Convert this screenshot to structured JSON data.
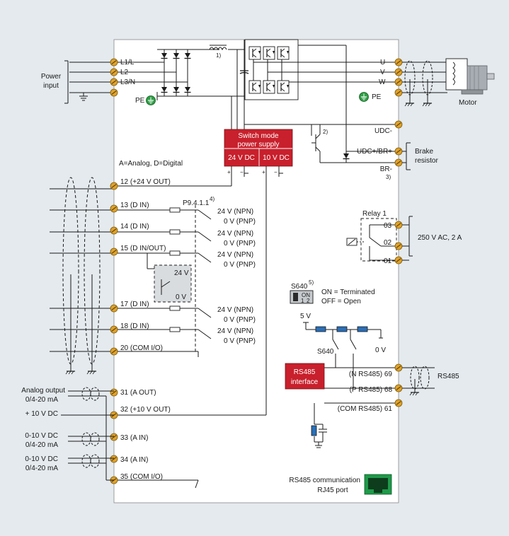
{
  "colors": {
    "background": "#e4eaee",
    "panel": "#ffffff",
    "red_block": "#c8202c",
    "terminal": "#e0a22a",
    "pe_green": "#2e9e44",
    "resistor_blue": "#2a6fb8",
    "rj45_green": "#1f9a4a",
    "motor_grey": "#a8adb3"
  },
  "power": {
    "input_label_line1": "Power",
    "input_label_line2": "input",
    "l1": "L1/L",
    "l2": "L2",
    "l3": "L3/N",
    "pe": "PE",
    "note1": "1)",
    "note2": "2)",
    "note3": "3)"
  },
  "output": {
    "u": "U",
    "v": "V",
    "w": "W",
    "pe": "PE",
    "motor": "Motor",
    "udc_minus": "UDC-",
    "udc_plus": "UDC+/BR+",
    "br_minus": "BR-",
    "brake_line1": "Brake",
    "brake_line2": "resistor"
  },
  "psu": {
    "title_line1": "Switch mode",
    "title_line2": "power supply",
    "v24": "24 V DC",
    "v10": "10 V DC"
  },
  "legend": "A=Analog, D=Digital",
  "terminals": [
    {
      "label": "12 (+24 V OUT)"
    },
    {
      "label": "13 (D IN)"
    },
    {
      "label": "14 (D IN)"
    },
    {
      "label": "15 (D IN/OUT)"
    },
    {
      "label": "17 (D IN)"
    },
    {
      "label": "18 (D IN)"
    },
    {
      "label": "20 (COM I/O)"
    },
    {
      "label": "31 (A OUT)"
    },
    {
      "label": "32 (+10 V OUT)"
    },
    {
      "label": "33 (A IN)"
    },
    {
      "label": "34 (A IN)"
    },
    {
      "label": "35 (COM I/O)"
    }
  ],
  "switches": {
    "param": "P9.4.1.1",
    "param_note": "4)",
    "npn": "24 V (NPN)",
    "pnp": "0 V (PNP)",
    "dout_24": "24 V",
    "dout_0": "0 V"
  },
  "analog": {
    "out_line1": "Analog output",
    "out_line2": "0/4-20 mA",
    "plus10": "+ 10 V DC",
    "in33_line1": "0-10 V DC",
    "in33_line2": "0/4-20 mA",
    "in34_line1": "0-10 V DC",
    "in34_line2": "0/4-20 mA"
  },
  "relay": {
    "title": "Relay 1",
    "t03": "03",
    "t02": "02",
    "t01": "01",
    "rating": "250 V AC, 2 A"
  },
  "rs485": {
    "s640_title": "S640",
    "s640_note": "5)",
    "on": "ON",
    "n1": "1",
    "n2": "2",
    "on_text": "ON = Terminated",
    "off_text": "OFF = Open",
    "v5": "5 V",
    "s640_label": "S640",
    "zero_v": "0 V",
    "block_line1": "RS485",
    "block_line2": "interface",
    "n_term": "(N RS485) 69",
    "p_term": "(P RS485) 68",
    "com_term": "(COM RS485) 61",
    "ext_label": "RS485",
    "comm_line1": "RS485 communication",
    "comm_line2": "RJ45 port"
  }
}
